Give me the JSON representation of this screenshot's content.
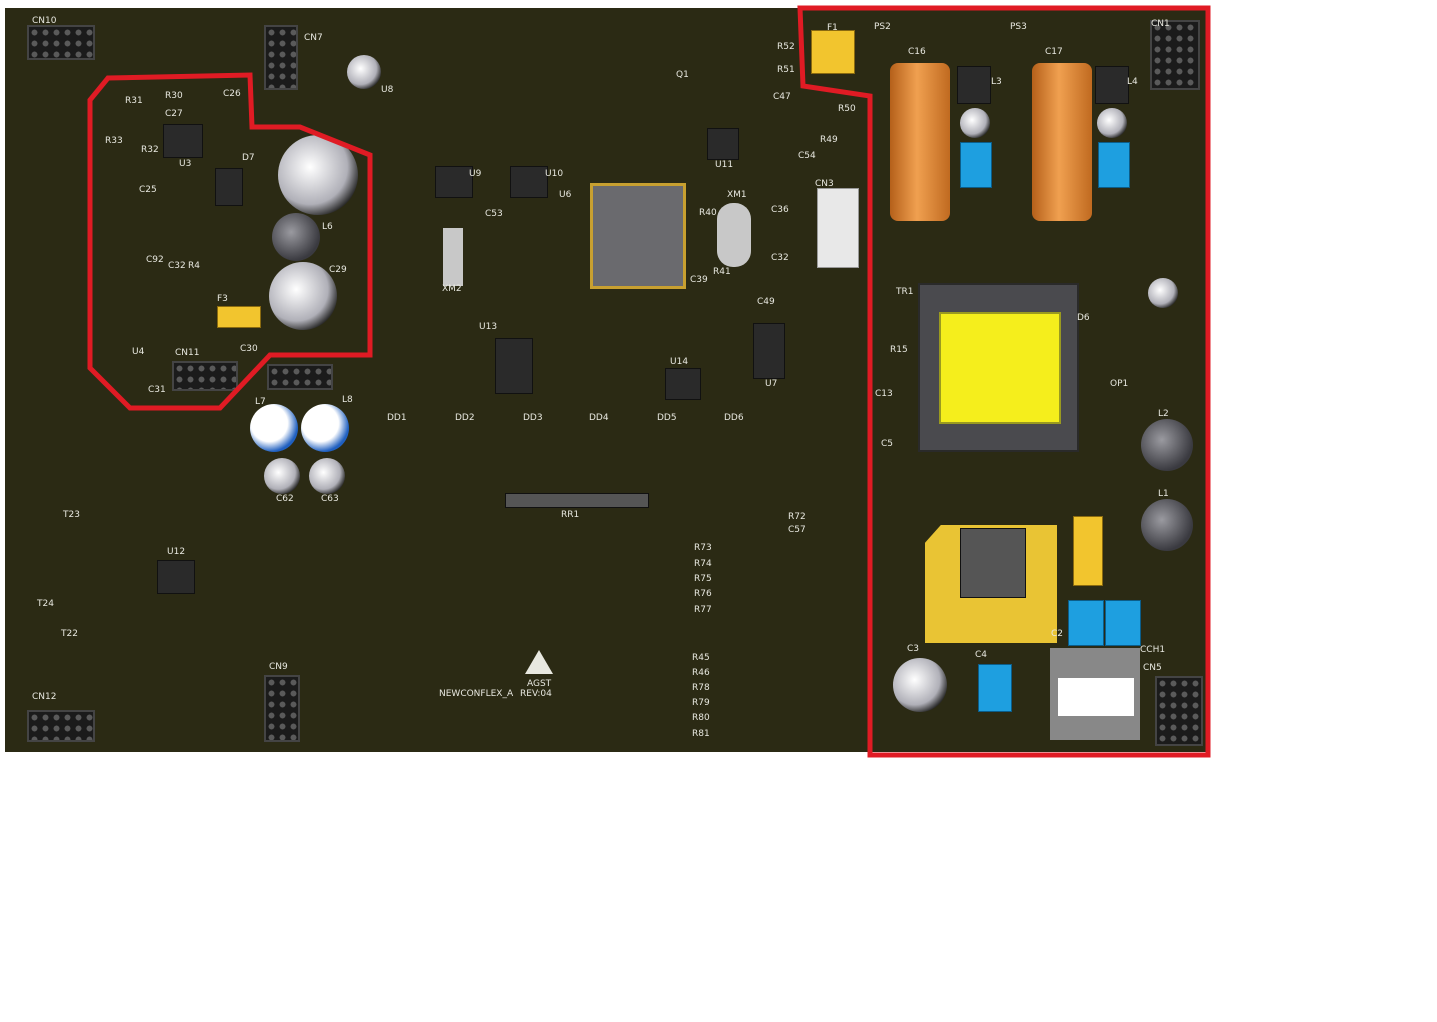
{
  "board": {
    "silkscreen_name": "NEWCONFLEX_A",
    "revision": "REV:04",
    "logo_text": "AGST"
  },
  "highlight_color": "#e01b24",
  "board_color": "#2b2a14",
  "labels": [
    "CN10",
    "CN7",
    "CN12",
    "CN9",
    "CN11",
    "CN3",
    "CN1",
    "CN5",
    "U3",
    "U4",
    "U6",
    "U7",
    "U8",
    "U9",
    "U10",
    "U11",
    "U12",
    "U13",
    "U14",
    "L6",
    "L7",
    "L8",
    "L3",
    "L4",
    "L2",
    "L1",
    "TR1",
    "F1",
    "F3",
    "PS2",
    "PS3",
    "C16",
    "C17",
    "C29",
    "C30",
    "C31",
    "C25",
    "C26",
    "C27",
    "R30",
    "R31",
    "R32",
    "R33",
    "D7",
    "C92",
    "C32",
    "R4",
    "RR1",
    "XM1",
    "XM2",
    "C3",
    "C4",
    "C2",
    "C5",
    "C13",
    "C62",
    "C63",
    "DD1",
    "DD2",
    "DD3",
    "DD4",
    "DD5",
    "DD6",
    "T23",
    "T24",
    "T22",
    "R72",
    "C57",
    "R73",
    "R74",
    "R75",
    "R76",
    "R77",
    "R45",
    "R46",
    "R78",
    "R79",
    "R80",
    "R81",
    "OP1",
    "D6",
    "R15",
    "CCH1",
    "Q1",
    "R52",
    "R51",
    "C47",
    "R50",
    "R49",
    "C54",
    "C53",
    "R40",
    "C36",
    "C32",
    "C39",
    "R41",
    "C49"
  ]
}
